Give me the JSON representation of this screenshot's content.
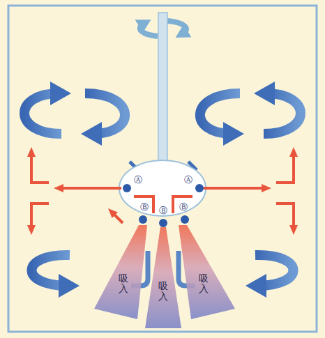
{
  "diagram": {
    "nodes": [
      {
        "text": [
          "吸入"
        ]
      },
      {
        "text": [
          "吸入"
        ]
      },
      {
        "text": [
          "吸入"
        ]
      }
    ],
    "labels": [
      "Ⓐ",
      "Ⓐ",
      "Ⓑ",
      "Ⓑ",
      "Ⓑ"
    ]
  }
}
